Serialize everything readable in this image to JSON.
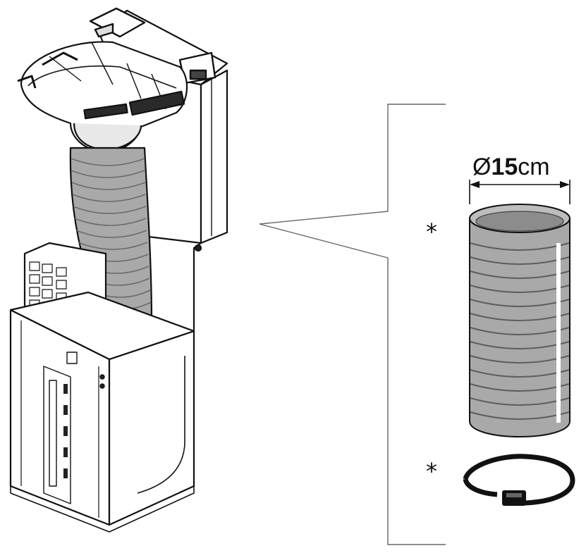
{
  "figure": {
    "dimension": {
      "symbol": "Ø",
      "value": "15",
      "unit": "cm"
    },
    "markers": {
      "hose": "*",
      "clamp": "*"
    }
  },
  "colors": {
    "ink": "#111111",
    "hose_fill": "#a9a9a9",
    "hose_rib": "#6b6b6b",
    "body_fill": "#ffffff"
  },
  "icons": [
    "appliance-unit-illustration",
    "flexible-duct-hose-icon",
    "hose-clamp-icon"
  ]
}
